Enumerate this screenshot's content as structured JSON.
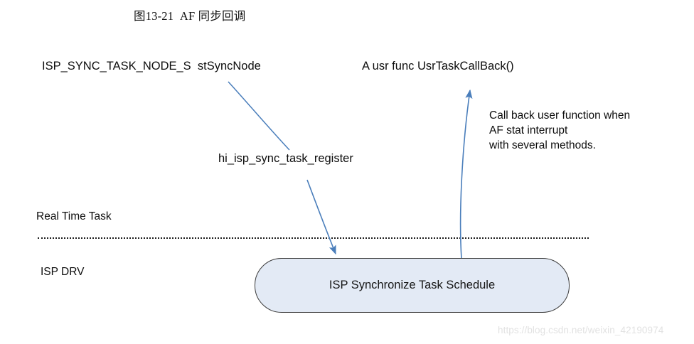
{
  "figure": {
    "caption": "图13-21  AF 同步回调",
    "watermark": "https://blog.csdn.net/weixin_42190974"
  },
  "labels": {
    "struct_decl": "ISP_SYNC_TASK_NODE_S  stSyncNode",
    "callback_func": "A usr func UsrTaskCallBack()",
    "register_api": "hi_isp_sync_task_register",
    "callback_note": "Call back user function when\nAF stat interrupt\nwith several methods.",
    "realtime_task": "Real Time Task",
    "isp_drv": "ISP DRV"
  },
  "nodes": {
    "schedule_box": "ISP Synchronize Task Schedule"
  },
  "colors": {
    "arrow": "#4a7ebb",
    "box_fill": "#e3eaf5",
    "box_border": "#3b3b3b",
    "divider": "#1a1a1a",
    "text": "#0d0d0d",
    "watermark": "#e2e2e2"
  }
}
